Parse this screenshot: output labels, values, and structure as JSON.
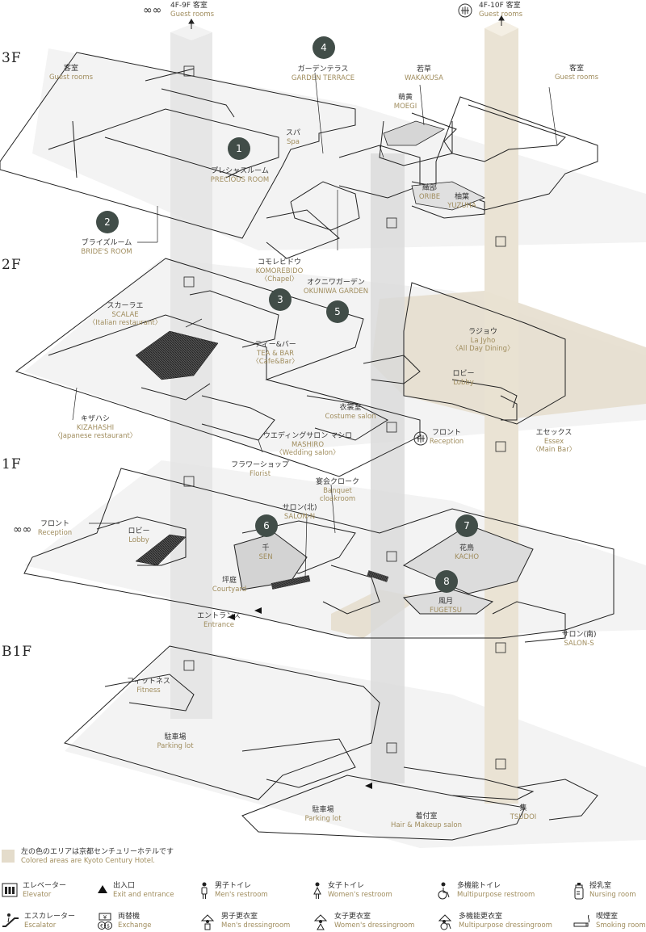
{
  "floors": {
    "f3": "3F",
    "f2": "2F",
    "f1": "1F",
    "b1": "B1F"
  },
  "elevators": {
    "left_ja": "4F-9F 客室",
    "left_en": "Guest rooms",
    "right_ja": "4F-10F 客室",
    "right_en": "Guest rooms"
  },
  "labels": {
    "gr3l": {
      "ja": "客室",
      "en": "Guest rooms"
    },
    "gr3r": {
      "ja": "客室",
      "en": "Guest rooms"
    },
    "garden_terrace": {
      "ja": "ガーデンテラス",
      "en": "GARDEN TERRACE"
    },
    "wakakusa": {
      "ja": "若草",
      "en": "WAKAKUSA"
    },
    "moegi": {
      "ja": "萌黄",
      "en": "MOEGI"
    },
    "spa": {
      "ja": "スパ",
      "en": "Spa"
    },
    "precious": {
      "ja": "プレシャスルーム",
      "en": "PRECIOUS ROOM"
    },
    "oribe": {
      "ja": "織部",
      "en": "ORIBE"
    },
    "yuzuha": {
      "ja": "柚葉",
      "en": "YUZUHA"
    },
    "brides": {
      "ja": "ブライズルーム",
      "en": "BRIDE'S ROOM"
    },
    "komorebido": {
      "ja": "コモレビドウ",
      "en": "KOMOREBIDO",
      "en2": "〈Chapel〉"
    },
    "okuniwa": {
      "ja": "オクニワガーデン",
      "en": "OKUNIWA GARDEN"
    },
    "scalae": {
      "ja": "スカーラエ",
      "en": "SCALAE",
      "en2": "〈Italian restaurant〉"
    },
    "teabar": {
      "ja": "ティー&バー",
      "en": "TEA & BAR",
      "en2": "〈Cafe&Bar〉"
    },
    "lajyho": {
      "ja": "ラジョウ",
      "en": "La Jyho",
      "en2": "〈All Day Dining〉"
    },
    "lobby2": {
      "ja": "ロビー",
      "en": "Lobby"
    },
    "kizahashi": {
      "ja": "キザハシ",
      "en": "KIZAHASHI",
      "en2": "〈Japanese restaurant〉"
    },
    "costume": {
      "ja": "衣裳室",
      "en": "Costume salon"
    },
    "front2": {
      "ja": "フロント",
      "en": "Reception"
    },
    "essex": {
      "ja": "エセックス",
      "en": "Essex",
      "en2": "〈Main Bar〉"
    },
    "mashiro": {
      "ja": "ウエディングサロン マシロ",
      "en": "MASHIRO",
      "en2": "〈Wedding salon〉"
    },
    "florist": {
      "ja": "フラワーショップ",
      "en": "Florist"
    },
    "banquet": {
      "ja": "宴会クローク",
      "en": "Banquet",
      "en2": "cloakroom"
    },
    "salon_n": {
      "ja": "サロン(北)",
      "en": "SALON-N"
    },
    "front1": {
      "ja": "フロント",
      "en": "Reception"
    },
    "lobby1": {
      "ja": "ロビー",
      "en": "Lobby"
    },
    "sen": {
      "ja": "千",
      "en": "SEN"
    },
    "kacho": {
      "ja": "花鳥",
      "en": "KACHO"
    },
    "courtyard": {
      "ja": "坪庭",
      "en": "Courtyard"
    },
    "fugetsu": {
      "ja": "風月",
      "en": "FUGETSU"
    },
    "entrance": {
      "ja": "エントランス",
      "en": "Entrance"
    },
    "salon_s": {
      "ja": "サロン(南)",
      "en": "SALON-S"
    },
    "fitness": {
      "ja": "フィットネス",
      "en": "Fitness"
    },
    "parking1": {
      "ja": "駐車場",
      "en": "Parking lot"
    },
    "parking2": {
      "ja": "駐車場",
      "en": "Parking lot"
    },
    "hair": {
      "ja": "着付室",
      "en": "Hair & Makeup salon"
    },
    "tsudoi": {
      "ja": "集",
      "en": "TSUDOI"
    }
  },
  "badges": [
    "1",
    "2",
    "3",
    "4",
    "5",
    "6",
    "7",
    "8"
  ],
  "note": {
    "ja": "左の色のエリアは京都センチュリーホテルです",
    "en": "Colored areas are Kyoto Century Hotel."
  },
  "legend": [
    {
      "ja": "エレベーター",
      "en": "Elevator",
      "icon": "elevator-icon"
    },
    {
      "ja": "出入口",
      "en": "Exit and entrance",
      "icon": "entrance-icon"
    },
    {
      "ja": "男子トイレ",
      "en": "Men's restroom",
      "icon": "mens-restroom-icon"
    },
    {
      "ja": "女子トイレ",
      "en": "Women's restroom",
      "icon": "womens-restroom-icon"
    },
    {
      "ja": "多機能トイレ",
      "en": "Multipurpose restroom",
      "icon": "multipurpose-restroom-icon"
    },
    {
      "ja": "授乳室",
      "en": "Nursing room",
      "icon": "nursing-room-icon"
    },
    {
      "ja": "エスカレーター",
      "en": "Escalator",
      "icon": "escalator-icon"
    },
    {
      "ja": "両替機",
      "en": "Exchange",
      "icon": "exchange-icon"
    },
    {
      "ja": "男子更衣室",
      "en": "Men's dressingroom",
      "icon": "mens-dressingroom-icon"
    },
    {
      "ja": "女子更衣室",
      "en": "Women's dressingroom",
      "icon": "womens-dressingroom-icon"
    },
    {
      "ja": "多機能更衣室",
      "en": "Multipurpose dressingroom",
      "icon": "multipurpose-dressingroom-icon"
    },
    {
      "ja": "喫煙室",
      "en": "Smoking room",
      "icon": "smoking-room-icon"
    }
  ],
  "colors": {
    "hotel_area": "#e4dccb",
    "shaft": "#d9d9d9",
    "badge": "#414d48",
    "label_en": "#a08d5e"
  }
}
